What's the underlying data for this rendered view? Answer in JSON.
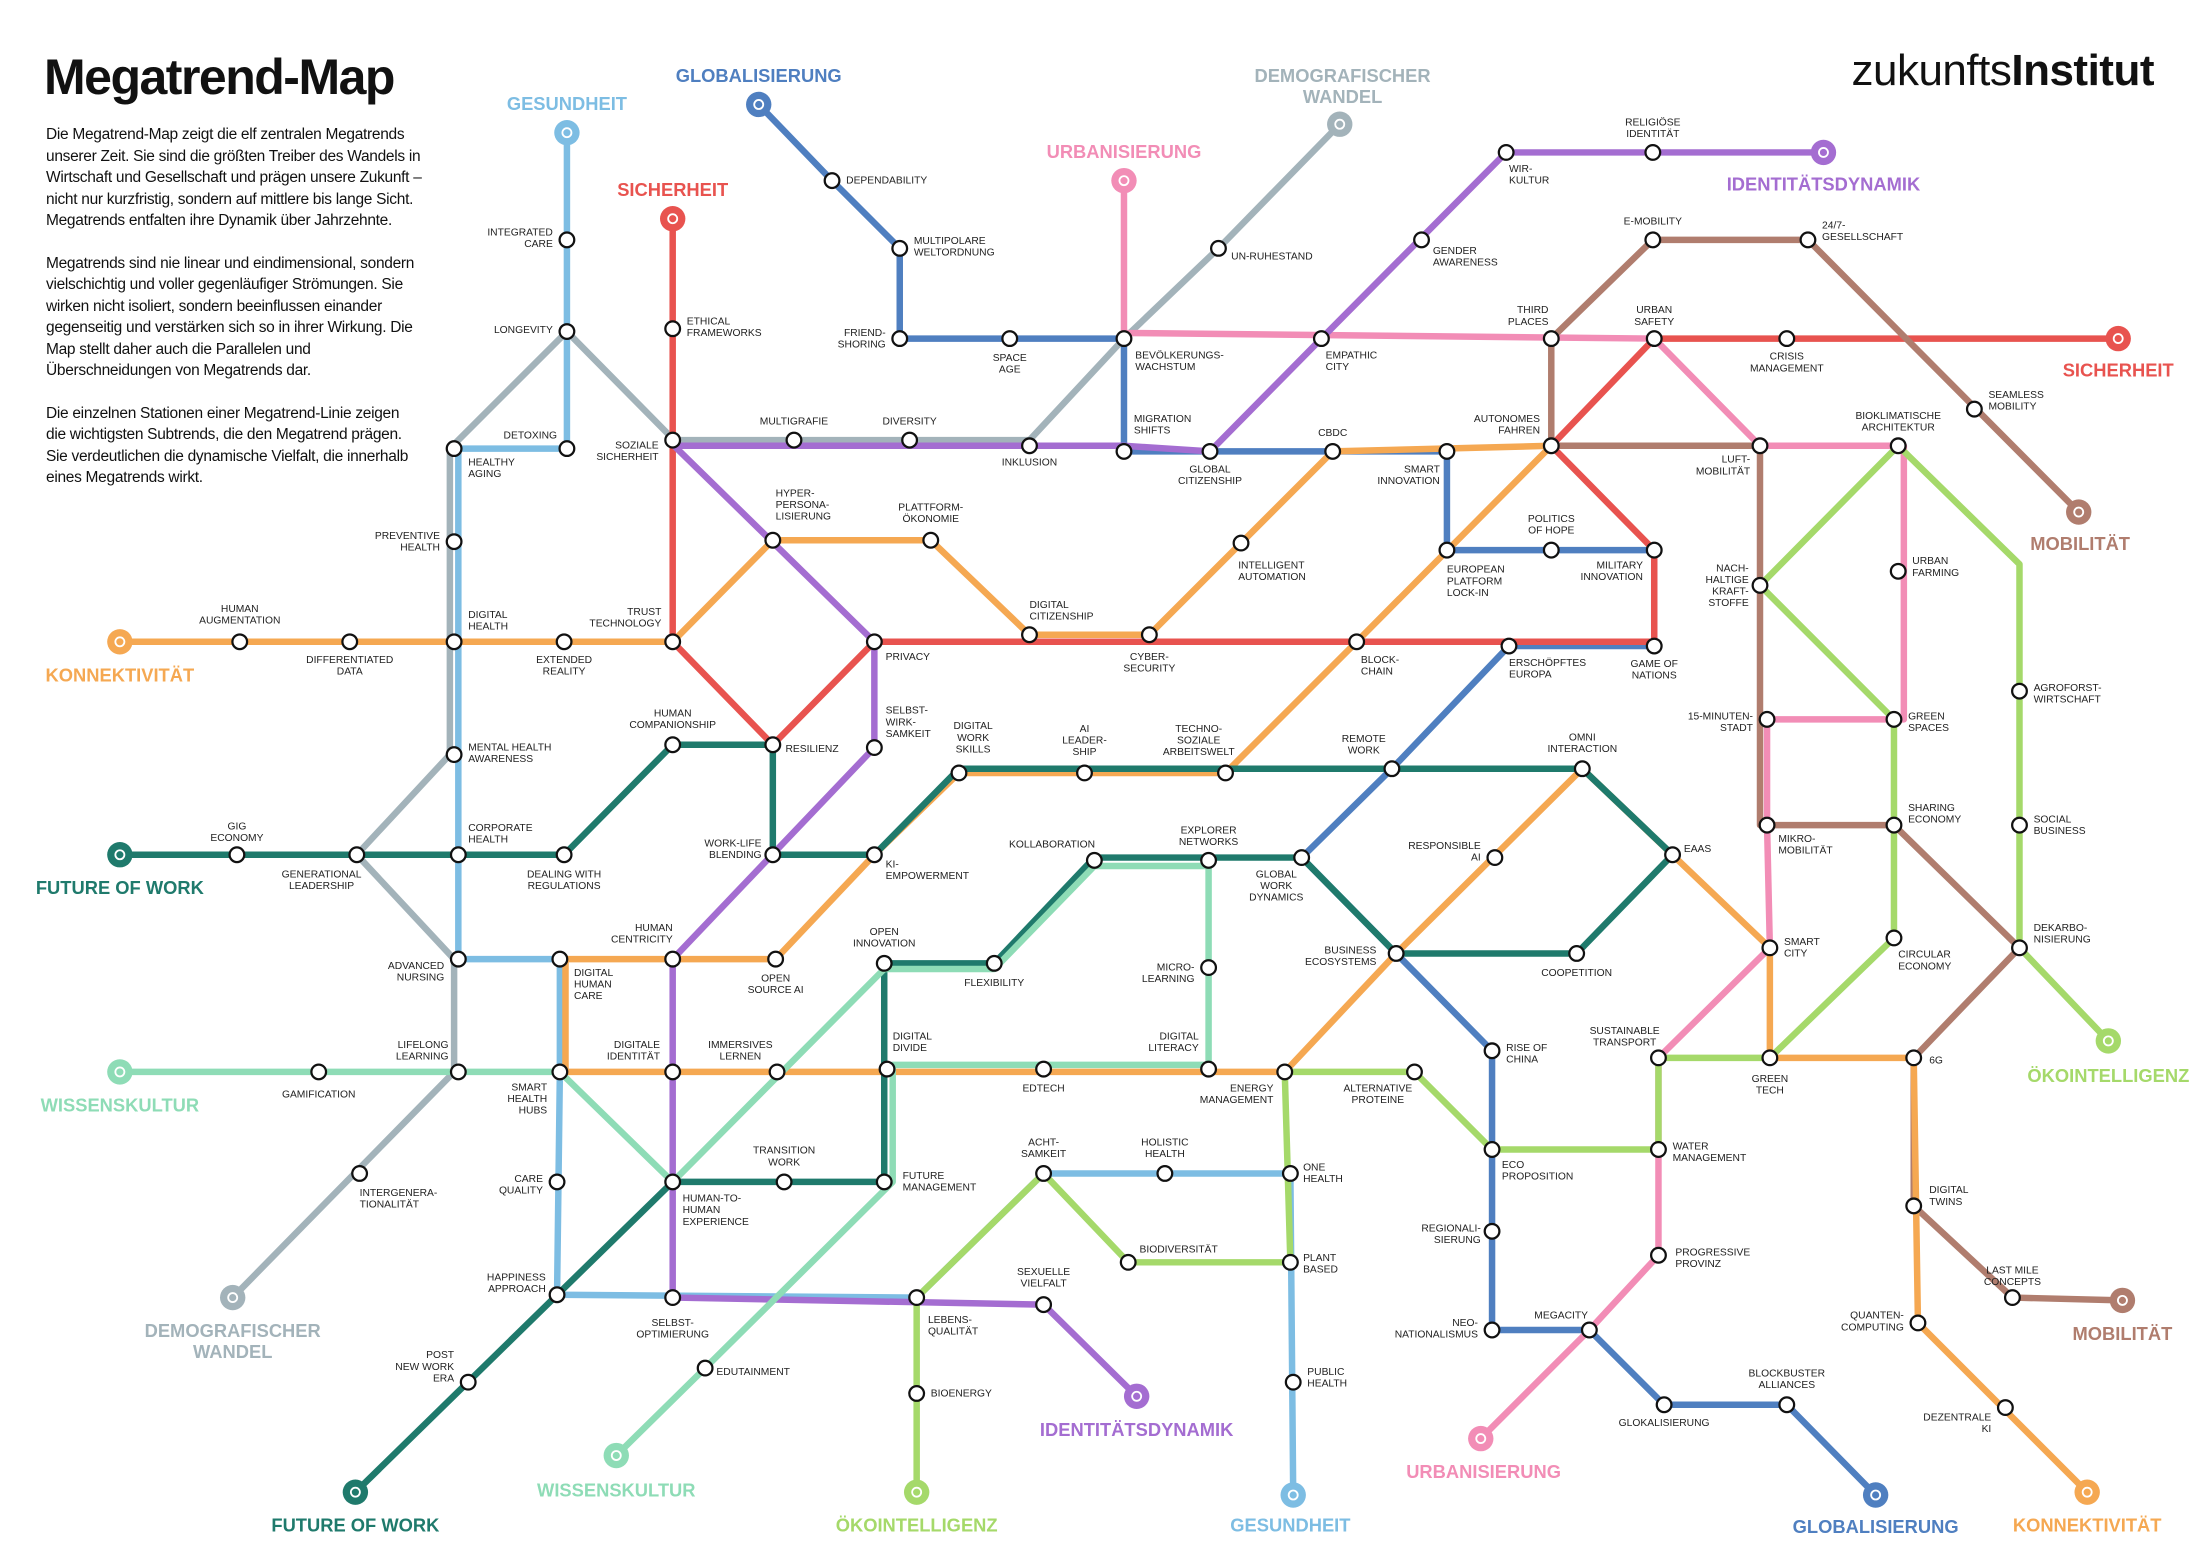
{
  "header": {
    "title": "Megatrend-Map",
    "intro": [
      "Die Megatrend-Map zeigt die elf zentralen Megatrends unserer Zeit. Sie sind die größten Treiber des Wandels in Wirtschaft und Gesellschaft und prägen unsere Zukunft – nicht nur kurzfristig, sondern auf mittlere bis lange Sicht. Megatrends entfalten ihre Dynamik über Jahrzehnte.",
      "Megatrends sind nie linear und eindimensional, sondern vielschichtig und voller gegenläufiger Strömungen. Sie wirken nicht isoliert, sondern beeinflussen einander gegenseitig und verstärken sich so in ihrer Wirkung. Die Map stellt daher auch die Parallelen und Überschneidungen von Megatrends dar.",
      "Die einzelnen Stationen einer Megatrend-Linie zeigen die wichtigsten Subtrends, die den Megatrend prägen. Sie verdeutlichen die dynamische Vielfalt, die innerhalb eines Megatrends wirkt."
    ],
    "logo_light": "zukunfts",
    "logo_bold": "Institut"
  },
  "megatrends": {
    "gesundheit": {
      "name": "GESUNDHEIT",
      "color": "#7dbde3",
      "icon": "apple-heart-icon"
    },
    "globalisierung": {
      "name": "GLOBALISIERUNG",
      "color": "#4f7fc0",
      "icon": "globe-icon"
    },
    "demografie": {
      "name": "DEMOGRAFISCHER\nWANDEL",
      "color": "#a3b3ba",
      "icon": "elderly-person-icon"
    },
    "urbanisierung": {
      "name": "URBANISIERUNG",
      "color": "#f28db6",
      "icon": "city-icon"
    },
    "sicherheit": {
      "name": "SICHERHEIT",
      "color": "#e8534f",
      "icon": "keyhole-icon"
    },
    "identitaet": {
      "name": "IDENTITÄTSDYNAMIK",
      "color": "#a46dd1",
      "icon": "person-icon"
    },
    "mobilitaet": {
      "name": "MOBILITÄT",
      "color": "#b07d6e",
      "icon": "bicycle-icon"
    },
    "konnektivitaet": {
      "name": "KONNEKTIVITÄT",
      "color": "#f5a852",
      "icon": "network-icon"
    },
    "futureofwork": {
      "name": "FUTURE OF WORK",
      "color": "#1f7a6c",
      "icon": "laptop-icon"
    },
    "wissenskultur": {
      "name": "WISSENSKULTUR",
      "color": "#8edcb6",
      "icon": "book-icon"
    },
    "oekointelligenz": {
      "name": "ÖKOINTELLIGENZ",
      "color": "#a5d96a",
      "icon": "plant-icon"
    }
  },
  "stations": [
    "INTEGRATED\nCARE",
    "LONGEVITY",
    "DETOXING",
    "HEALTHY\nAGING",
    "PREVENTIVE\nHEALTH",
    "DIGITAL\nHEALTH",
    "HUMAN\nAUGMENTATION",
    "DIFFERENTIATED\nDATA",
    "EXTENDED\nREALITY",
    "TRUST\nTECHNOLOGY",
    "ETHICAL\nFRAMEWORKS",
    "SOZIALE\nSICHERHEIT",
    "MULTIGRAFIE",
    "DIVERSITY",
    "INKLUSION",
    "DEPENDABILITY",
    "MULTIPOLARE\nWELTORDNUNG",
    "FRIEND-\nSHORING",
    "SPACE\nAGE",
    "BEVÖLKERUNGS-\nWACHSTUM",
    "UN-RUHESTAND",
    "MIGRATION\nSHIFTS",
    "GLOBAL\nCITIZENSHIP",
    "CBDC",
    "EMPATHIC\nCITY",
    "GENDER\nAWARENESS",
    "WIR-\nKULTUR",
    "RELIGIÖSE\nIDENTITÄT",
    "HYPER-\nPERSONA-\nLISIERUNG",
    "PLATTFORM-\nÖKONOMIE",
    "PRIVACY",
    "DIGITAL\nCITIZENSHIP",
    "CYBER-\nSECURITY",
    "INTELLIGENT\nAUTOMATION",
    "SMART\nINNOVATION",
    "AUTONOMES\nFAHREN",
    "THIRD\nPLACES",
    "URBAN\nSAFETY",
    "E-MOBILITY",
    "24/7-\nGESELLSCHAFT",
    "CRISIS\nMANAGEMENT",
    "SEAMLESS\nMOBILITY",
    "LUFT-\nMOBILITÄT",
    "BIOKLIMATISCHE\nARCHITEKTUR",
    "URBAN\nFARMING",
    "NACH-\nHALTIGE\nKRAFT-\nSTOFFE",
    "EUROPEAN\nPLATFORM\nLOCK-IN",
    "POLITICS\nOF HOPE",
    "MILITARY\nINNOVATION",
    "BLOCK-\nCHAIN",
    "ERSCHÖPFTES\nEUROPA",
    "GAME OF\nNATIONS",
    "15-MINUTEN-\nSTADT",
    "GREEN\nSPACES",
    "AGROFORST-\nWIRTSCHAFT",
    "HUMAN\nCOMPANIONSHIP",
    "RESILIENZ",
    "SELBST-\nWIRK-\nSAMKEIT",
    "DIGITAL\nWORK\nSKILLS",
    "AI\nLEADER-\nSHIP",
    "TECHNO-\nSOZIALE\nARBEITSWELT",
    "REMOTE\nWORK",
    "OMNI\nINTERACTION",
    "MENTAL HEALTH\nAWARENESS",
    "GIG\nECONOMY",
    "GENERATIONAL\nLEADERSHIP",
    "CORPORATE\nHEALTH",
    "DEALING WITH\nREGULATIONS",
    "WORK-LIFE\nBLENDING",
    "KI-\nEMPOWERMENT",
    "KOLLABORATION",
    "EXPLORER\nNETWORKS",
    "GLOBAL\nWORK\nDYNAMICS",
    "RESPONSIBLE\nAI",
    "EAAS",
    "SMART\nCITY",
    "SHARING\nECONOMY",
    "MIKRO-\nMOBILITÄT",
    "SOCIAL\nBUSINESS",
    "DEKARBO-\nNISIERUNG",
    "CIRCULAR\nECONOMY",
    "COOPETITION",
    "BUSINESS\nECOSYSTEMS",
    "MICRO-\nLEARNING",
    "FLEXIBILITY",
    "OPEN\nINNOVATION",
    "HUMAN\nCENTRICITY",
    "OPEN\nSOURCE AI",
    "DIGITAL\nHUMAN\nCARE",
    "ADVANCED\nNURSING",
    "LIFELONG\nLEARNING",
    "GAMIFICATION",
    "SMART\nHEALTH\nHUBS",
    "DIGITALE\nIDENTITÄT",
    "IMMERSIVES\nLERNEN",
    "DIGITAL\nDIVIDE",
    "EDTECH",
    "DIGITAL\nLITERACY",
    "ENERGY\nMANAGEMENT",
    "ALTERNATIVE\nPROTEINE",
    "RISE OF\nCHINA",
    "SUSTAINABLE\nTRANSPORT",
    "GREEN\nTECH",
    "6G",
    "ECO\nPROPOSITION",
    "WATER\nMANAGEMENT",
    "DIGITAL\nTWINS",
    "INTERGENERA-\nTIONALITÄT",
    "CARE\nQUALITY",
    "HUMAN-TO-\nHUMAN\nEXPERIENCE",
    "TRANSITION\nWORK",
    "FUTURE\nMANAGEMENT",
    "ACHT-\nSAMKEIT",
    "HOLISTIC\nHEALTH",
    "ONE\nHEALTH",
    "REGIONALI-\nSIERUNG",
    "PROGRESSIVE\nPROVINZ",
    "BIODIVERSITÄT",
    "PLANT\nBASED",
    "HAPPINESS\nAPPROACH",
    "SELBST-\nOPTIMIERUNG",
    "LEBENS-\nQUALITÄT",
    "SEXUELLE\nVIELFALT",
    "MEGACITY",
    "NEO-\nNATIONALISMUS",
    "QUANTEN-\nCOMPUTING",
    "LAST MILE\nCONCEPTS",
    "POST\nNEW WORK\nERA",
    "EDUTAINMENT",
    "BIOENERGY",
    "PUBLIC\nHEALTH",
    "GLOKALISIERUNG",
    "BLOCKBUSTER\nALLIANCES",
    "DEZENTRALE\nKI"
  ]
}
